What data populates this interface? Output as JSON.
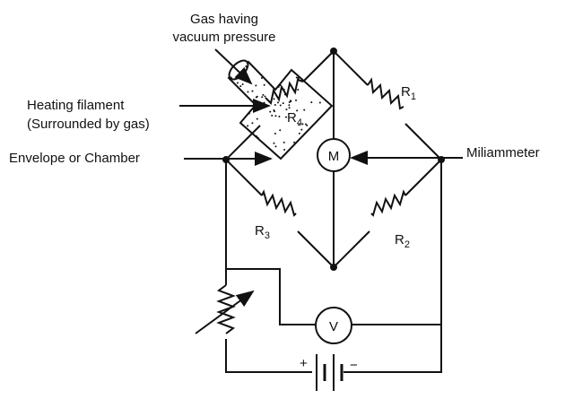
{
  "labels": {
    "gas_line1": "Gas having",
    "gas_line2": "vacuum pressure",
    "filament_line1": "Heating filament",
    "filament_line2": "(Surrounded by gas)",
    "envelope": "Envelope or Chamber",
    "miliammeter": "Miliammeter"
  },
  "components": {
    "r1": {
      "name": "R",
      "sub": "1"
    },
    "r2": {
      "name": "R",
      "sub": "2"
    },
    "r3": {
      "name": "R",
      "sub": "3"
    },
    "r4": {
      "name": "R",
      "sub": "4"
    },
    "meter_m": "M",
    "meter_v": "V",
    "battery_plus": "+",
    "battery_minus": "−"
  }
}
